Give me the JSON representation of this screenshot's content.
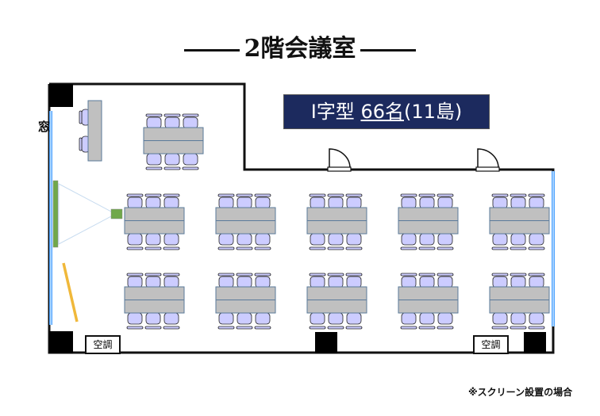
{
  "title": "2階会議室",
  "layout_badge": {
    "type_label": "I字型",
    "capacity": "66名",
    "islands": "(11島)"
  },
  "window_label": "窓",
  "ac_labels": [
    "空調",
    "空調"
  ],
  "note": "※スクリーン設置の場合",
  "colors": {
    "badge_bg": "#1c2a5e",
    "table": "#c0c0c0",
    "chair": "#ccccff",
    "window": "#4da3ff",
    "screen": "#70a84a",
    "whiteboard": "#f0b83a"
  }
}
